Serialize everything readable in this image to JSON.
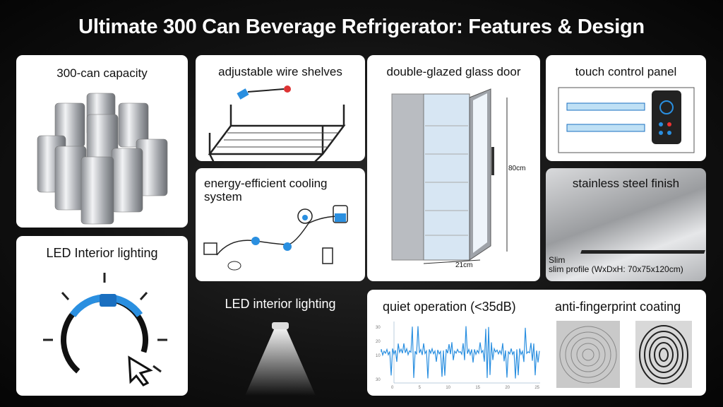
{
  "title": "Ultimate 300 Can Beverage Refrigerator: Features & Design",
  "panels": {
    "capacity": "300-can capacity",
    "led_panel": "LED Interior lighting",
    "shelves": "adjustable wire shelves",
    "cooling": "energy-efficient cooling system",
    "led_dark": "LED interior lighting",
    "door": "double-glazed glass door",
    "door_height": "80cm",
    "door_width": "21cm",
    "touch": "touch control panel",
    "steel": "stainless steel finish",
    "slim_a": "Slim",
    "slim_b": "slim profile (WxDxH: 70x75x120cm)",
    "quiet": "quiet operation (<35dB)",
    "fingerprint": "anti-fingerprint coating"
  },
  "wave_axis": {
    "y": [
      "30",
      "20",
      "10",
      "30"
    ],
    "x": [
      "0",
      "5",
      "10",
      "15",
      "20",
      "25"
    ]
  },
  "colors": {
    "accent": "#2a8fe0",
    "bg": "#111111"
  }
}
